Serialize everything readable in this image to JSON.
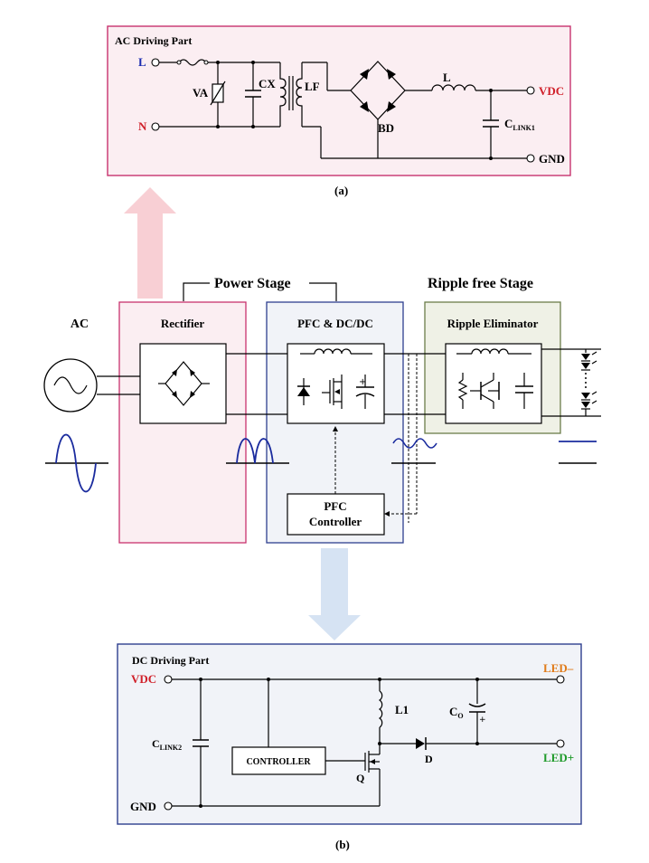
{
  "colors": {
    "ac_panel_border": "#c8326e",
    "ac_panel_fill": "#fbeef2",
    "dc_panel_border": "#2e3f8f",
    "dc_panel_fill": "#f1f3f8",
    "ripple_border": "#6b7d4a",
    "ripple_fill": "#eff1e6",
    "wave_blue": "#1a2b9e",
    "red_label": "#d0202a",
    "blue_label": "#1a2bb0",
    "orange_label": "#e07b1a",
    "green_label": "#1f9a2a",
    "up_arrow": "#f8cfd4",
    "down_arrow": "#d6e3f3"
  },
  "panel_a": {
    "title": "AC Driving Part",
    "L": "L",
    "N": "N",
    "VA": "VA",
    "CX": "CX",
    "LF": "LF",
    "BD": "BD",
    "L_out": "L",
    "C_LINK1_base": "C",
    "C_LINK1_sub": "LINK1",
    "VDC": "VDC",
    "GND": "GND",
    "caption": "(a)"
  },
  "block": {
    "power_stage": "Power Stage",
    "ripple_stage": "Ripple free Stage",
    "ac": "AC",
    "rectifier": "Rectifier",
    "pfc_dcdc": "PFC & DC/DC",
    "ripple_eliminator": "Ripple Eliminator",
    "pfc_controller_line1": "PFC",
    "pfc_controller_line2": "Controller"
  },
  "panel_b": {
    "title": "DC Driving Part",
    "VDC": "VDC",
    "GND": "GND",
    "C_LINK2_base": "C",
    "C_LINK2_sub": "LINK2",
    "controller": "CONTROLLER",
    "L1": "L1",
    "Q": "Q",
    "D": "D",
    "CO_base": "C",
    "CO_sub": "O",
    "LED_minus": "LED–",
    "LED_plus": "LED+",
    "caption": "(b)"
  }
}
